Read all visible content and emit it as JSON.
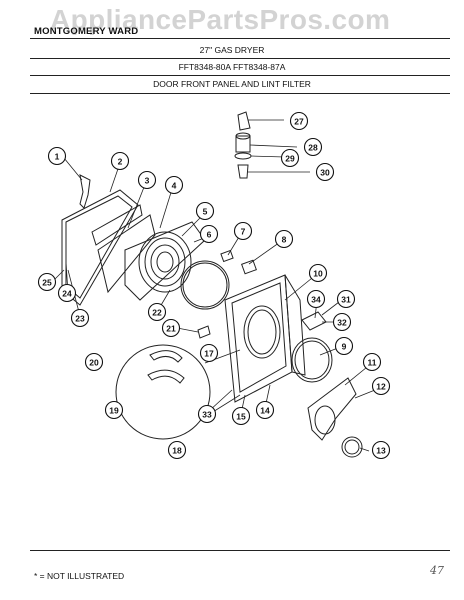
{
  "watermark": "AppliancePartsPros.com",
  "header": {
    "brand": "MONTGOMERY WARD",
    "product": "27\" GAS DRYER",
    "models": "FFT8348-80A   FFT8348-87A",
    "section": "DOOR FRONT PANEL AND LINT FILTER"
  },
  "footer": {
    "note": "* = NOT ILLUSTRATED",
    "signature": "47"
  },
  "callouts": [
    "1",
    "2",
    "3",
    "4",
    "5",
    "6",
    "7",
    "8",
    "9",
    "10",
    "11",
    "12",
    "13",
    "14",
    "15",
    "17",
    "18",
    "19",
    "20",
    "21",
    "22",
    "23",
    "24",
    "25",
    "27",
    "28",
    "29",
    "30",
    "31",
    "32",
    "33",
    "34"
  ]
}
